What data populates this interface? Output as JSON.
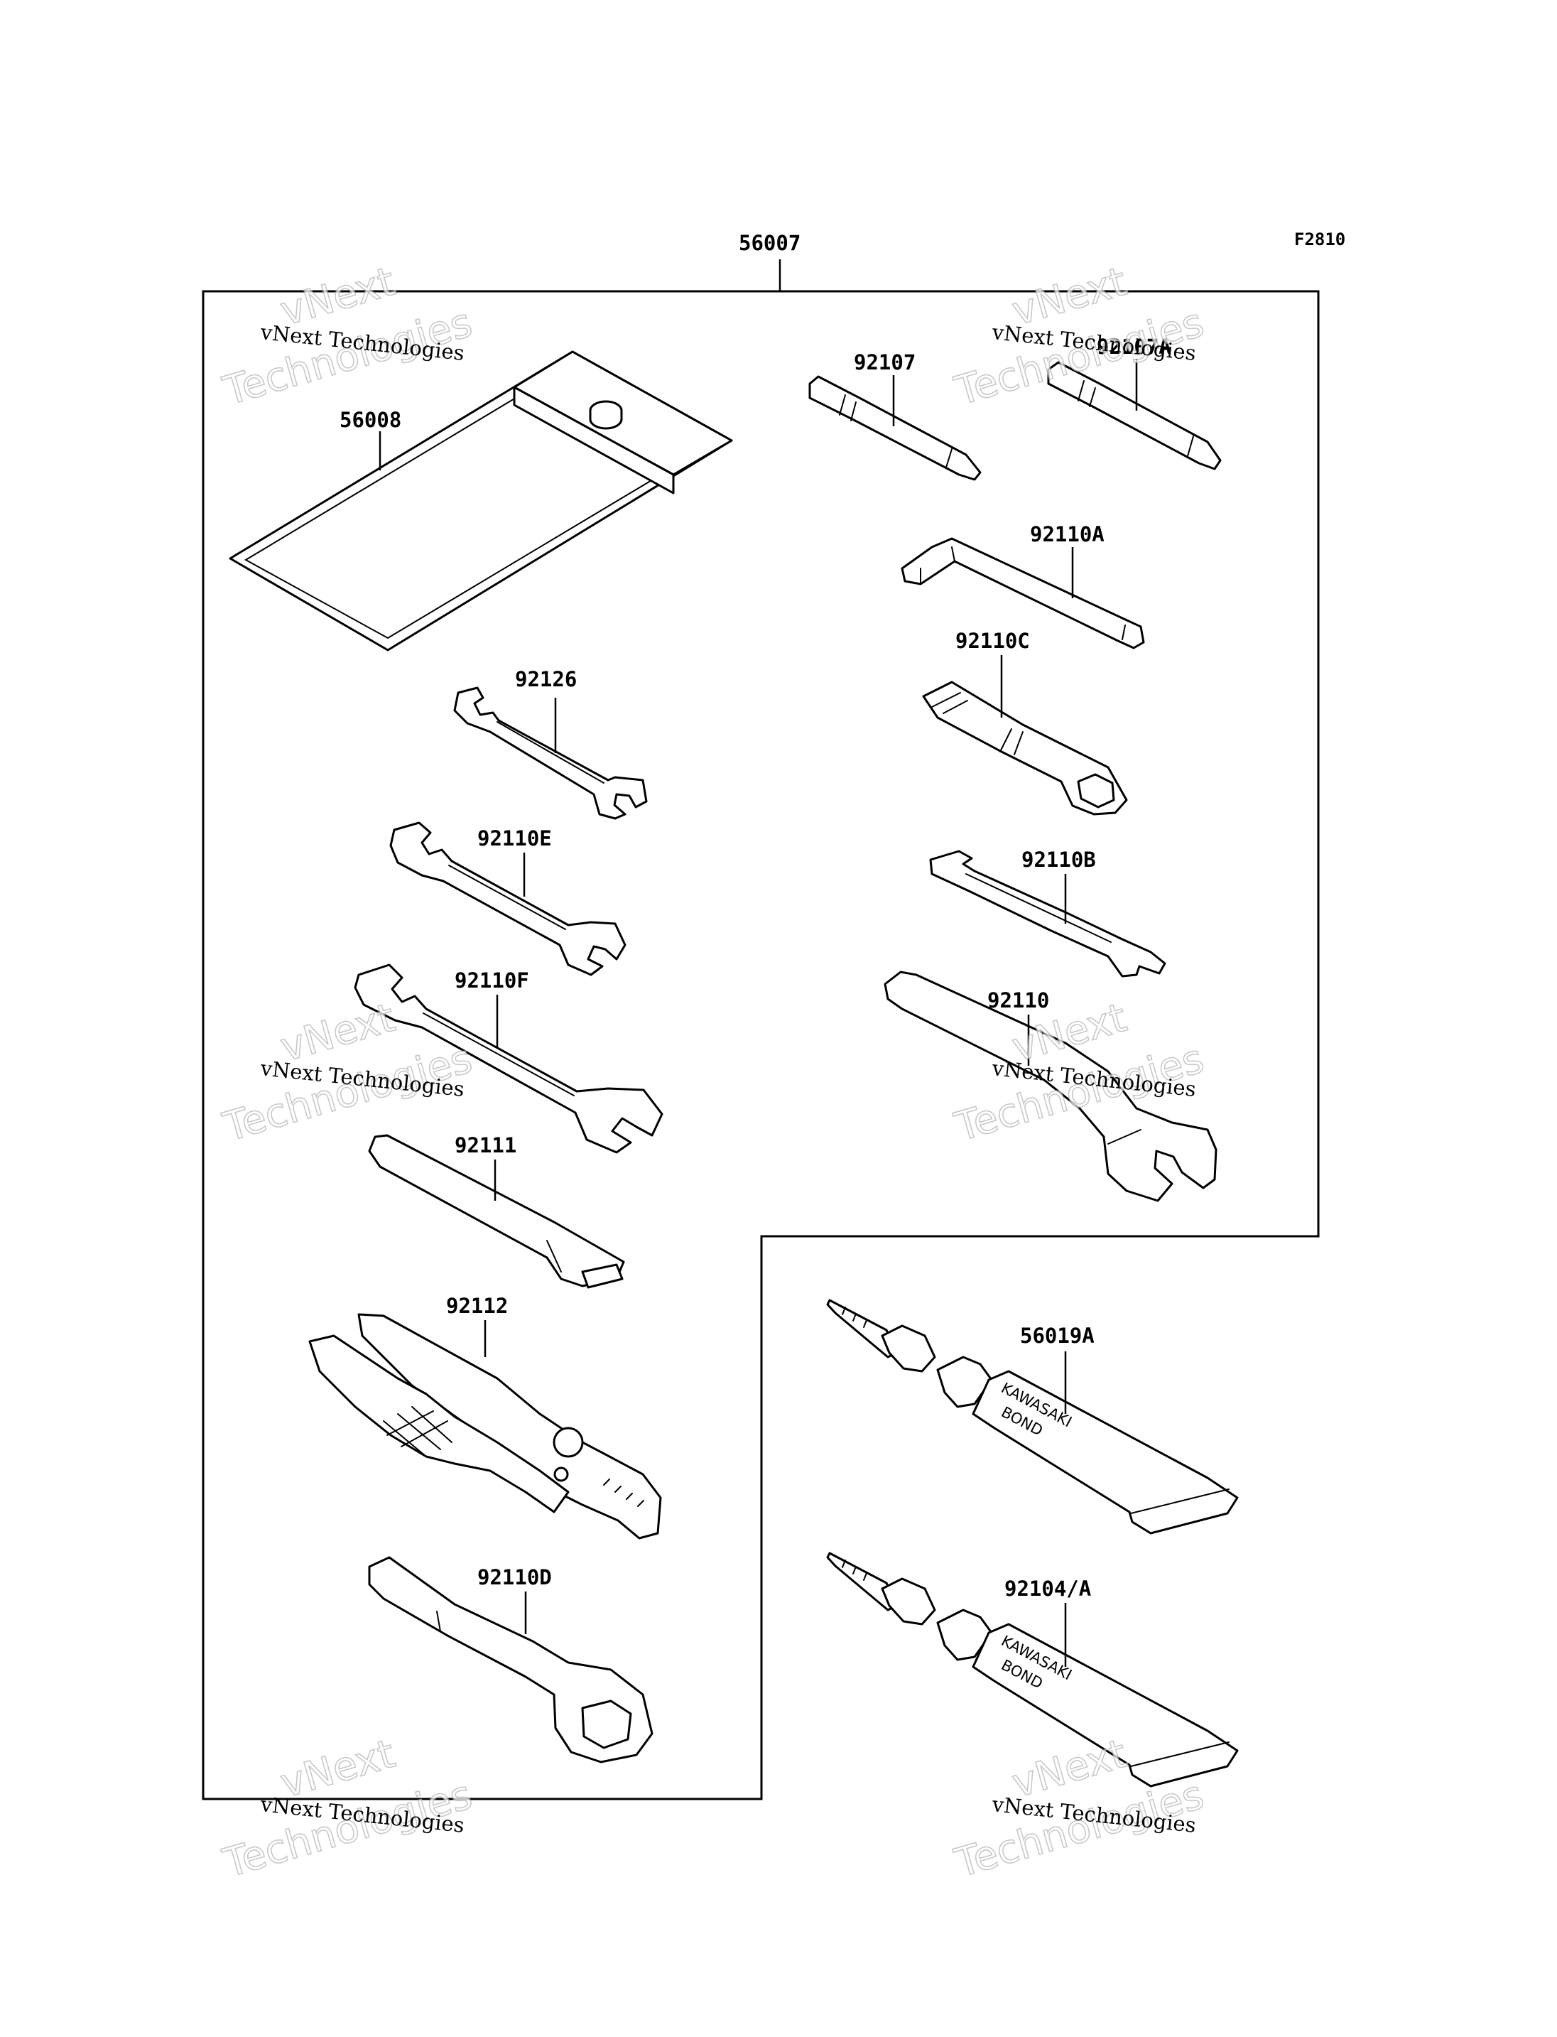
{
  "figure_code": "F2810",
  "assembly_part": "56007",
  "parts": {
    "p56008": "56008",
    "p92126": "92126",
    "p92110E": "92110E",
    "p92110F": "92110F",
    "p92111": "92111",
    "p92112": "92112",
    "p92110D": "92110D",
    "p92107": "92107",
    "p92107A": "92107A",
    "p92110A": "92110A",
    "p92110C": "92110C",
    "p92110B": "92110B",
    "p92110": "92110",
    "p56019A": "56019A",
    "p92104A": "92104/A"
  },
  "tube_print": {
    "line1": "KAWASAKI",
    "line2": "BOND"
  },
  "watermark": {
    "small": "vNext Technologies",
    "big1": "vNext",
    "big2": "Technologies"
  }
}
